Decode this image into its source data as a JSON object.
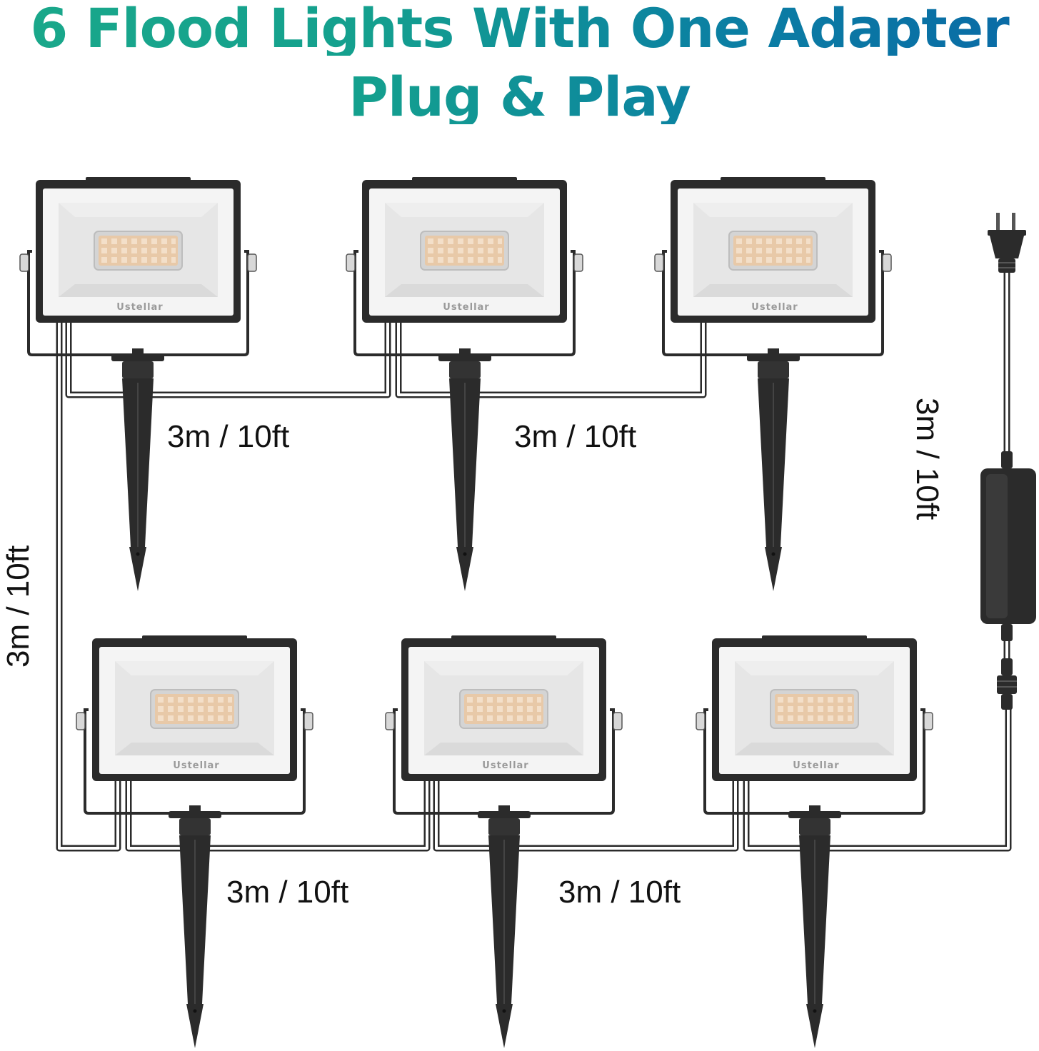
{
  "title": {
    "line1": "6 Flood Lights With One Adapter",
    "line2": "Plug & Play"
  },
  "brand_label": "Ustellar",
  "cable_labels": {
    "top_left": "3m / 10ft",
    "top_right": "3m / 10ft",
    "bottom_left": "3m / 10ft",
    "bottom_right": "3m / 10ft",
    "left_vertical": "3m / 10ft",
    "adapter_vertical": "3m / 10ft"
  },
  "colors": {
    "title_gradient_start": "#1aa88a",
    "title_gradient_end": "#0a6aa6",
    "fixture_body": "#2b2b2b",
    "led": "#e8c9a8"
  },
  "icons": [
    "flood-light-icon",
    "ground-stake-icon",
    "power-adapter-icon",
    "plug-icon"
  ]
}
